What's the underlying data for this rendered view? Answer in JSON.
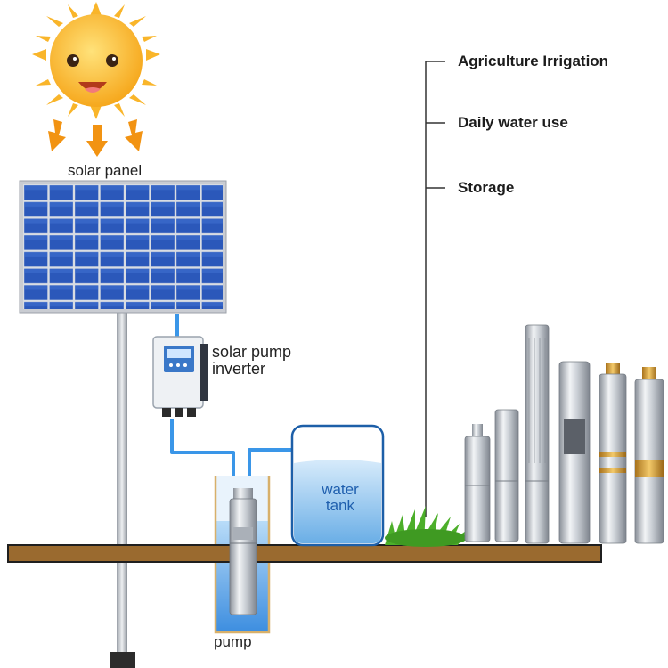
{
  "labels": {
    "solar_panel": "solar panel",
    "inverter_line1": "solar pump",
    "inverter_line2": "inverter",
    "tank_line1": "water",
    "tank_line2": "tank",
    "pump": "pump"
  },
  "uses": [
    "Agriculture Irrigation",
    "Daily water use",
    "Storage"
  ],
  "colors": {
    "sun": "#f9b52a",
    "ray_arrow": "#f29312",
    "panel_cell": "#2a56b8",
    "panel_frame": "#c9ccd2",
    "pipe": "#3a96e8",
    "ground": "#9a6a2f",
    "tank_water": "#7db8ea",
    "grass": "#4caf2a",
    "steel": "#c7ccd3"
  },
  "icons": [
    "sun-icon",
    "solar-panel-icon",
    "inverter-icon",
    "submersible-pump-icon",
    "grass-icon"
  ]
}
